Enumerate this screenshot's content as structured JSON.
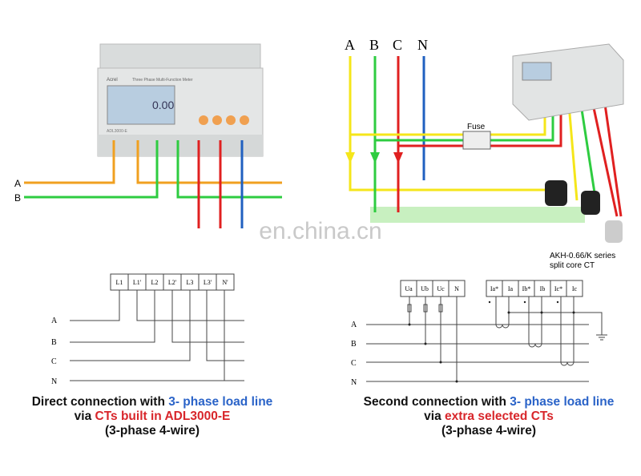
{
  "watermark": "en.china.cn",
  "left_photo": {
    "wire_labels": [
      "A",
      "B",
      ""
    ],
    "meter_model": "ADL3000-E",
    "meter_title": "Three Phase Multi-Function Meter",
    "display": "0.00",
    "brand": "Acrel"
  },
  "right_photo": {
    "phase_labels": [
      "A",
      "B",
      "C",
      "N"
    ],
    "fuse_label": "Fuse",
    "ct_label_1": "AKH-0.66/K  series",
    "ct_label_2": "split core CT"
  },
  "left_diagram": {
    "terminals": [
      "L1",
      "L1'",
      "L2",
      "L2'",
      "L3",
      "L3'",
      "N'"
    ],
    "lines": [
      "A",
      "B",
      "C",
      "N"
    ]
  },
  "right_diagram": {
    "voltage_terminals": [
      "Ua",
      "Ub",
      "Uc",
      "N"
    ],
    "current_terminals": [
      "Ia*",
      "Ia",
      "Ib*",
      "Ib",
      "Ic*",
      "Ic"
    ],
    "lines": [
      "A",
      "B",
      "C",
      "N"
    ]
  },
  "captions": {
    "left": {
      "l1a": "Direct connection with ",
      "l1b": "3- phase load line",
      "l2a": "via ",
      "l2b": "CTs built in ADL3000-E",
      "l3": "(3-phase 4-wire)"
    },
    "right": {
      "l1a": "Second connection with ",
      "l1b": "3- phase load line",
      "l2a": "via ",
      "l2b": "extra selected CTs",
      "l3": "(3-phase 4-wire)"
    }
  },
  "colors": {
    "orange": "#f0a020",
    "green": "#2ecc40",
    "red": "#e02020",
    "blue": "#2060c0",
    "yellow": "#f5e61a"
  }
}
